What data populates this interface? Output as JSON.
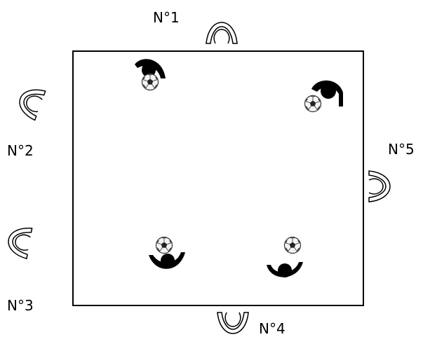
{
  "labels": {
    "n1": "N°1",
    "n2": "N°2",
    "n3": "N°3",
    "n4": "N°4",
    "n5": "N°5"
  },
  "field": {
    "line_color": "#000000",
    "background": "#ffffff"
  },
  "player_color": "#000000",
  "ball_icon": "soccer-ball-icon",
  "observer_icon": "eye-icon"
}
